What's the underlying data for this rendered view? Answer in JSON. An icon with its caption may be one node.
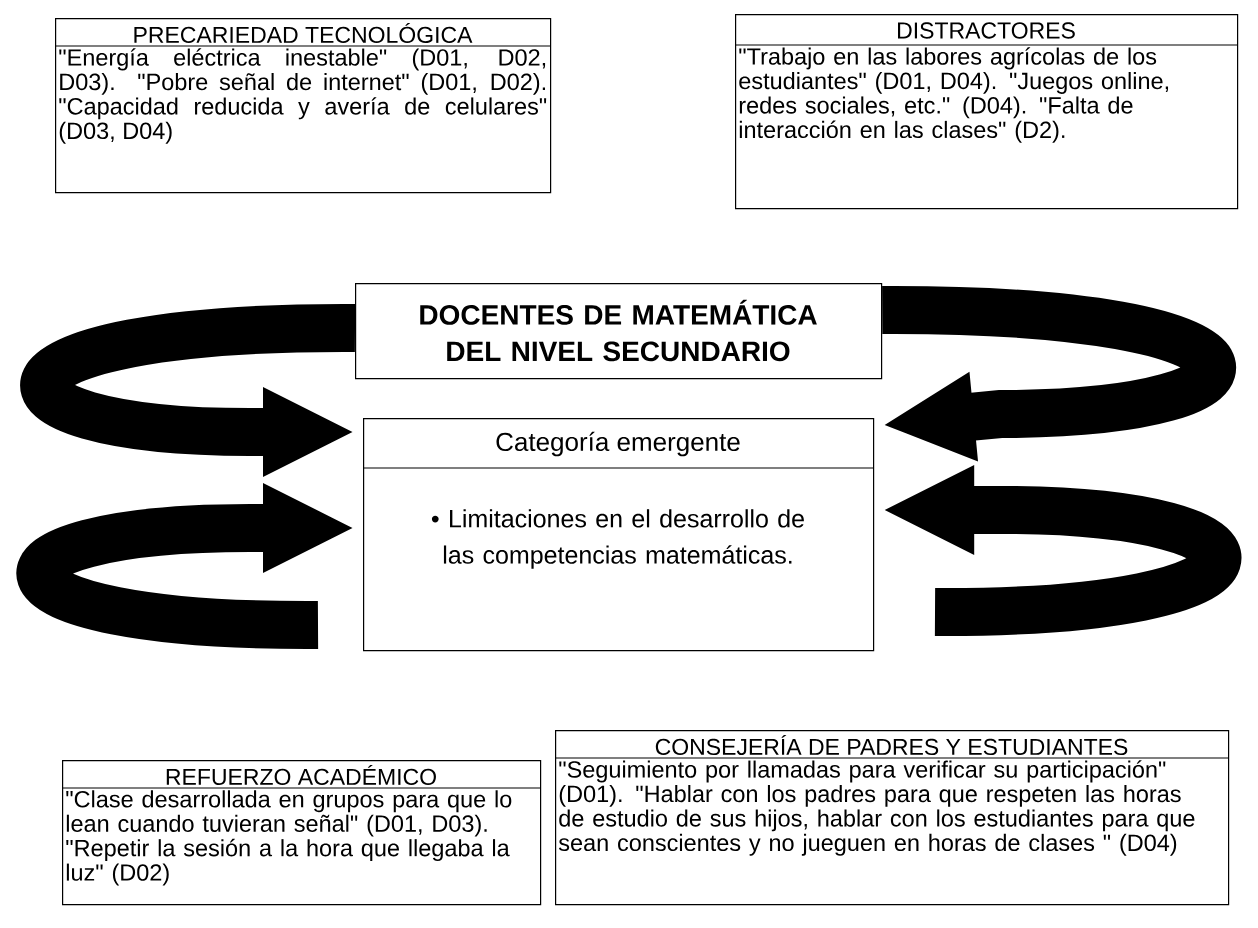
{
  "diagram": {
    "nodes": [
      {
        "text": [
          "PRECARIEDAD TECNOLÓGICA",
          "\"Energía eléctrica inestable\" (D01, D02, D03). \"Pobre señal de internet\" (D01, D02). \"Capacidad reducida y avería de celulares\" (D03, D04)"
        ]
      },
      {
        "text": [
          "DISTRACTORES",
          "\"Trabajo en las labores agrícolas de los estudiantes\" (D01, D04). \"Juegos online, redes sociales, etc.\" (D04). \"Falta de interacción en las clases\" (D2)."
        ]
      },
      {
        "text": [
          "DOCENTES DE MATEMÁTICA DEL NIVEL SECUNDARIO"
        ]
      },
      {
        "text": [
          "Categoría emergente",
          "• Limitaciones en el desarrollo de las competencias matemáticas."
        ]
      },
      {
        "text": [
          "REFUERZO ACADÉMICO",
          "\"Clase desarrollada en grupos para que lo lean cuando tuvieran señal\" (D01, D03). \"Repetir la sesión a la hora que llegaba la luz\" (D02)"
        ]
      },
      {
        "text": [
          "CONSEJERÍA DE PADRES Y ESTUDIANTES",
          "\"Seguimiento por llamadas para verificar su participación\" (D01). \"Hablar con los padres para que respeten las horas de estudio de sus hijos, hablar con los estudiantes para que sean conscientes y no jueguen en horas de clases \" (D04)"
        ]
      }
    ],
    "edges": [
      {
        "from": 2,
        "to": 3,
        "arrow": "to"
      },
      {
        "from": null,
        "to": 3,
        "arrow": "to"
      },
      {
        "from": 2,
        "to": 3,
        "arrow": "to"
      },
      {
        "from": null,
        "to": 3,
        "arrow": "to"
      }
    ]
  }
}
